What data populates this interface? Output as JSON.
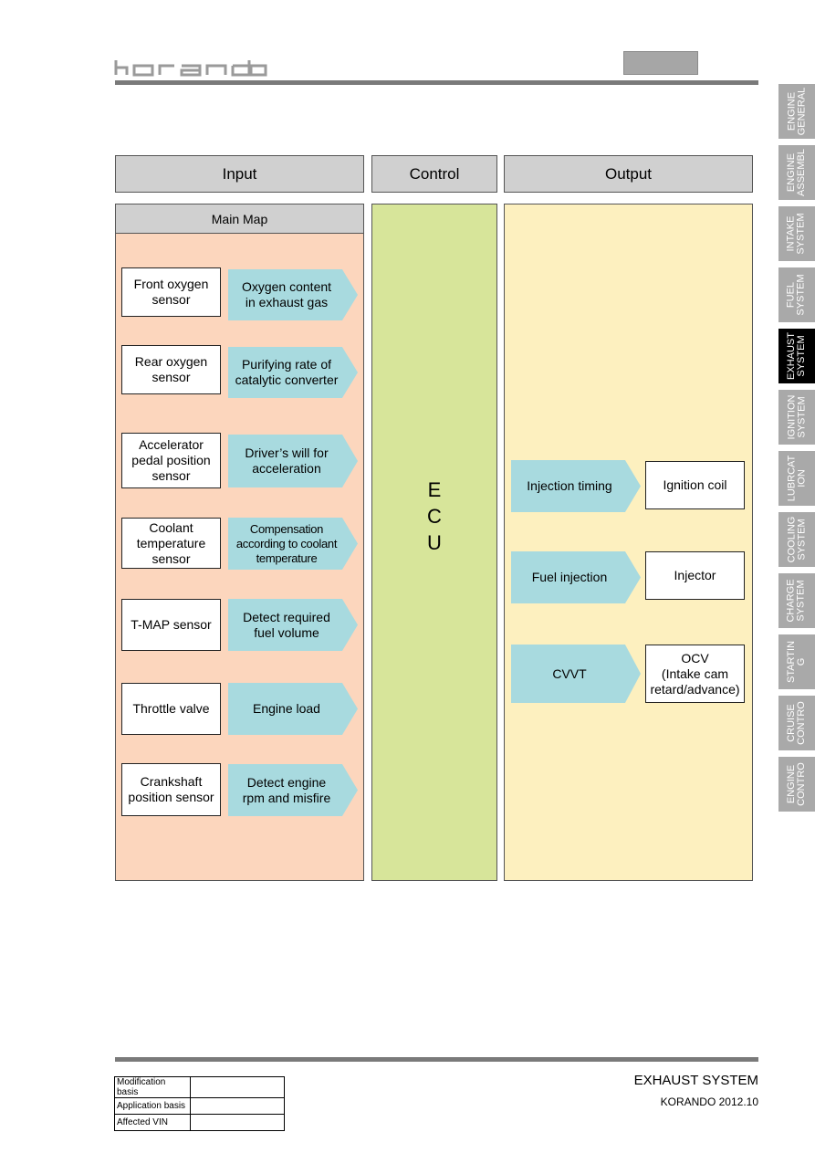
{
  "header": {
    "logo_text": "korando"
  },
  "side_tabs": [
    {
      "label": "ENGINE\nGENERAL",
      "active": false
    },
    {
      "label": "ENGINE\nASSEMBL",
      "active": false
    },
    {
      "label": "INTAKE\nSYSTEM",
      "active": false
    },
    {
      "label": "FUEL\nSYSTEM",
      "active": false
    },
    {
      "label": "EXHAUST\nSYSTEM",
      "active": true
    },
    {
      "label": "IGNITION\nSYSTEM",
      "active": false
    },
    {
      "label": "LUBRCAT\nION",
      "active": false
    },
    {
      "label": "COOLING\nSYSTEM",
      "active": false
    },
    {
      "label": "CHARGE\nSYSTEM",
      "active": false
    },
    {
      "label": "STARTIN\nG",
      "active": false
    },
    {
      "label": "CRUISE\nCONTRO",
      "active": false
    },
    {
      "label": "ENGINE\nCONTRO",
      "active": false
    }
  ],
  "diagram": {
    "input_header": "Input",
    "control_header": "Control",
    "output_header": "Output",
    "main_map": "Main Map",
    "inputs": [
      {
        "sensor": "Front oxygen\nsensor",
        "signal": "Oxygen content\nin exhaust gas"
      },
      {
        "sensor": "Rear oxygen\nsensor",
        "signal": "Purifying rate of\ncatalytic converter"
      },
      {
        "sensor": "Accelerator\npedal position\nsensor",
        "signal": "Driver’s will for\nacceleration"
      },
      {
        "sensor": "Coolant\ntemperature\nsensor",
        "signal": "Compensation\naccording to coolant\ntemperature"
      },
      {
        "sensor": "T-MAP sensor",
        "signal": "Detect required\nfuel volume"
      },
      {
        "sensor": "Throttle valve",
        "signal": "Engine load"
      },
      {
        "sensor": "Crankshaft\nposition sensor",
        "signal": "Detect engine\nrpm and misfire"
      }
    ],
    "ecu_letters": [
      "E",
      "C",
      "U"
    ],
    "outputs": [
      {
        "function": "Injection timing",
        "device": "Ignition coil"
      },
      {
        "function": "Fuel injection",
        "device": "Injector"
      },
      {
        "function": "CVVT",
        "device": "OCV\n(Intake cam\nretard/advance)"
      }
    ]
  },
  "footer": {
    "title": "EXHAUST SYSTEM",
    "subtitle": "KORANDO 2012.10",
    "table": [
      {
        "label": "Modification basis",
        "value": ""
      },
      {
        "label": "Application basis",
        "value": ""
      },
      {
        "label": "Affected VIN",
        "value": ""
      }
    ]
  }
}
